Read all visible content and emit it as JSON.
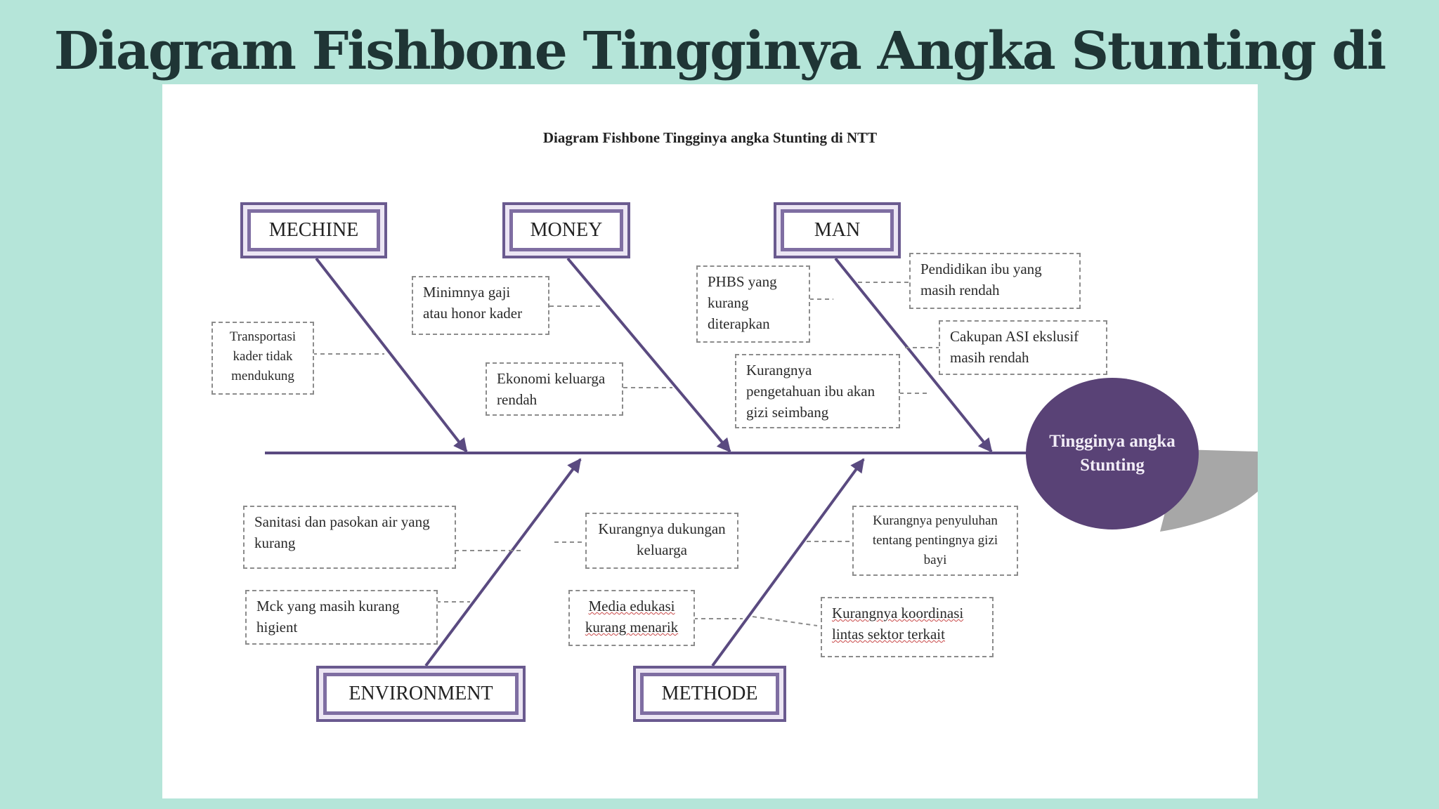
{
  "slide": {
    "title": "Diagram  Fishbone Tingginya Angka Stunting di NTT"
  },
  "diagram": {
    "title": "Diagram  Fishbone Tingginya angka Stunting di NTT",
    "effect": "Tingginya angka Stunting",
    "categories": {
      "mechine": "MECHINE",
      "money": "MONEY",
      "man": "MAN",
      "environment": "ENVIRONMENT",
      "methode": "METHODE"
    },
    "causes": {
      "transportasi": "Transportasi kader tidak mendukung",
      "gaji": "Minimnya gaji atau honor kader",
      "ekonomi": "Ekonomi keluarga rendah",
      "phbs": "PHBS yang kurang diterapkan",
      "pendidikan": "Pendidikan ibu yang masih rendah",
      "asi": "Cakupan ASI ekslusif masih rendah",
      "pengetahuan": "Kurangnya pengetahuan ibu akan gizi seimbang",
      "sanitasi": "Sanitasi dan pasokan air yang kurang",
      "mck": "Mck yang masih kurang higient",
      "dukungan": "Kurangnya dukungan keluarga",
      "media": "Media edukasi kurang menarik",
      "penyuluhan": "Kurangnya penyuluhan tentang pentingnya gizi bayi",
      "koordinasi": "Kurangnya koordinasi lintas sektor terkait"
    }
  },
  "colors": {
    "background": "#b5e5d9",
    "title_text": "#1f3535",
    "bone": "#5a4a80",
    "head_fill": "#594276",
    "box_border": "#6a5a8f"
  }
}
